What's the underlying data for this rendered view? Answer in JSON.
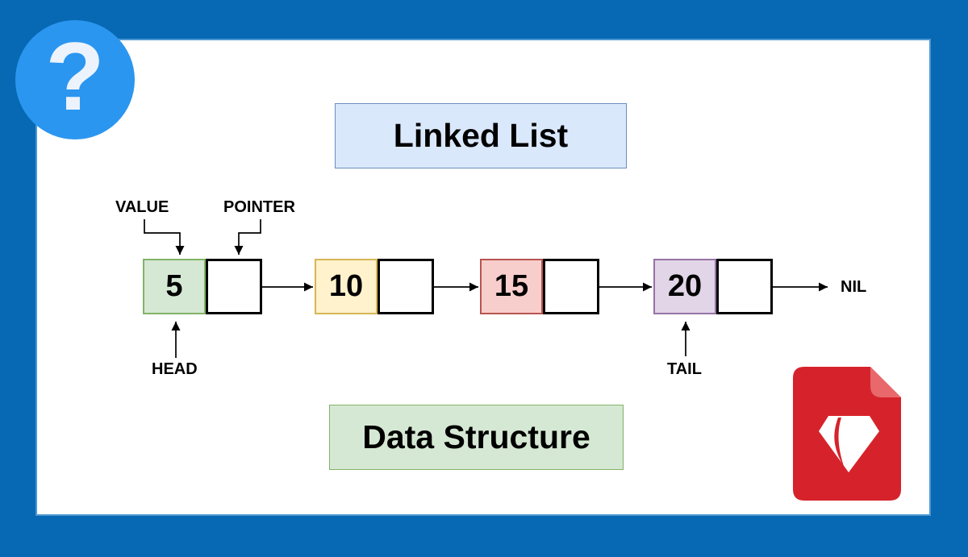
{
  "frame": {
    "border_color": "#0769b4",
    "edge_highlight_color": "#4d97d2",
    "card_color": "#ffffff"
  },
  "help_icon": {
    "glyph": "?",
    "circle_color": "#2b96f0",
    "glyph_color": "#ecf3fc"
  },
  "title_box": {
    "label": "Linked List",
    "fill": "#dae8fc",
    "border": "#6c8ebf"
  },
  "subtitle_box": {
    "label": "Data Structure",
    "fill": "#d5e8d4",
    "border": "#82b366"
  },
  "annotations": {
    "value_label": "VALUE",
    "pointer_label": "POINTER",
    "head_label": "HEAD",
    "tail_label": "TAIL",
    "nil_label": "NIL"
  },
  "nodes": [
    {
      "value": "5",
      "fill": "#d5e8d4",
      "border": "#82b366"
    },
    {
      "value": "10",
      "fill": "#fff2cc",
      "border": "#d6b656"
    },
    {
      "value": "15",
      "fill": "#f8cecc",
      "border": "#b85450"
    },
    {
      "value": "20",
      "fill": "#e1d5e7",
      "border": "#9673a6"
    }
  ],
  "file_icon": {
    "body_color": "#d6232b",
    "fold_color": "#e8686c",
    "gem_color": "#ffffff"
  }
}
